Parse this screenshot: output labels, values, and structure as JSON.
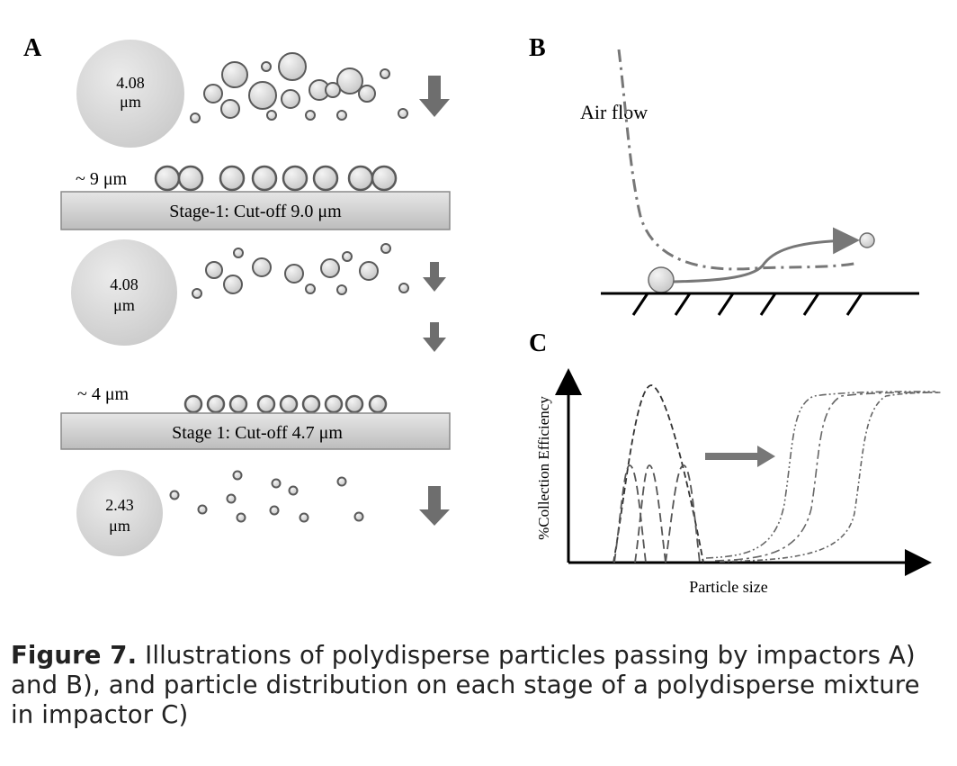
{
  "panels": {
    "a": {
      "label": "A",
      "stages": [
        {
          "particle_size": "~ 9 μm",
          "plate_label": "Stage-1: Cut-off 9.0 μm"
        },
        {
          "particle_size": "~ 4 μm",
          "plate_label": "Stage 1: Cut-off 4.7 μm"
        }
      ],
      "size_circles": [
        {
          "value": "4.08",
          "unit": "μm"
        },
        {
          "value": "4.08",
          "unit": "μm"
        },
        {
          "value": "2.43",
          "unit": "μm"
        }
      ]
    },
    "b": {
      "label": "B",
      "air_flow_label": "Air flow"
    },
    "c": {
      "label": "C",
      "y_axis_label": "%Collection Efficiency",
      "x_axis_label": "Particle size"
    }
  },
  "caption": {
    "label": "Figure 7.",
    "text": " Illustrations of polydisperse particles passing by impactors A) and B), and particle distribution on each stage of a polydisperse mixture in impactor C)"
  },
  "colors": {
    "particle_fill": "#d9d9d9",
    "particle_stroke": "#5a5a5a",
    "arrow": "#6e6e6e",
    "plate_fill": "#cfcfcf"
  }
}
